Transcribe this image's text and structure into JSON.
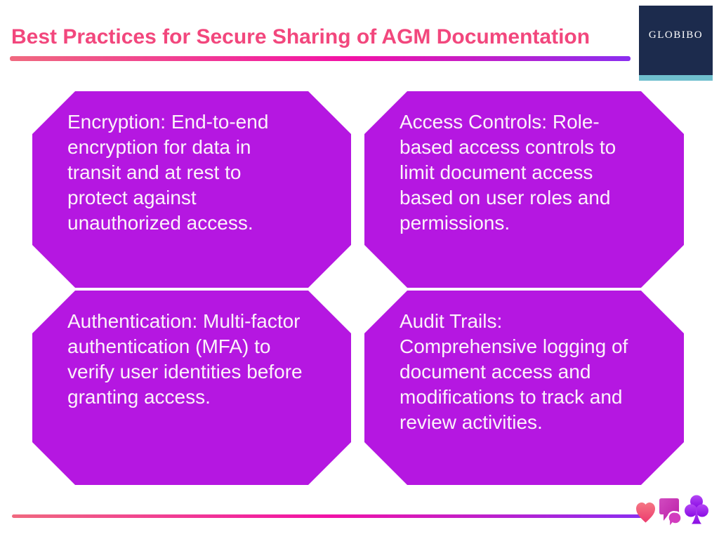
{
  "header": {
    "title": "Best Practices for Secure Sharing of AGM Documentation",
    "logo_text": "GLOBIBO"
  },
  "cards": [
    {
      "name": "encryption",
      "text": "Encryption: End-to-end encryption for data in transit and at rest to protect against unauthorized access."
    },
    {
      "name": "access-controls",
      "text": "Access Controls: Role-based access controls to limit document access based on user roles and permissions."
    },
    {
      "name": "authentication",
      "text": "Authentication: Multi-factor authentication (MFA) to verify user identities before granting access."
    },
    {
      "name": "audit-trails",
      "text": "Audit Trails: Comprehensive logging of document access and modifications to track and review activities."
    }
  ],
  "footer": {
    "icons": [
      "heart-icon",
      "chat-bubbles-icon",
      "club-icon"
    ]
  },
  "colors": {
    "title": "#F2477D",
    "card_fill": "#B517E1",
    "card_text": "#FCF2FA",
    "logo_bg": "#1C2B4D",
    "logo_accent": "#6FBFCE",
    "grad_start": "#F0697F",
    "grad_mid": "#F212A6",
    "grad_end": "#8A2EF0",
    "heart_top": "#F57784",
    "heart_bottom": "#EC3B6E",
    "chat_fill": "#C72FB3",
    "chat_small_fill": "#D23CBE",
    "club_top": "#B446F5",
    "club_bottom": "#8A0DE4"
  }
}
